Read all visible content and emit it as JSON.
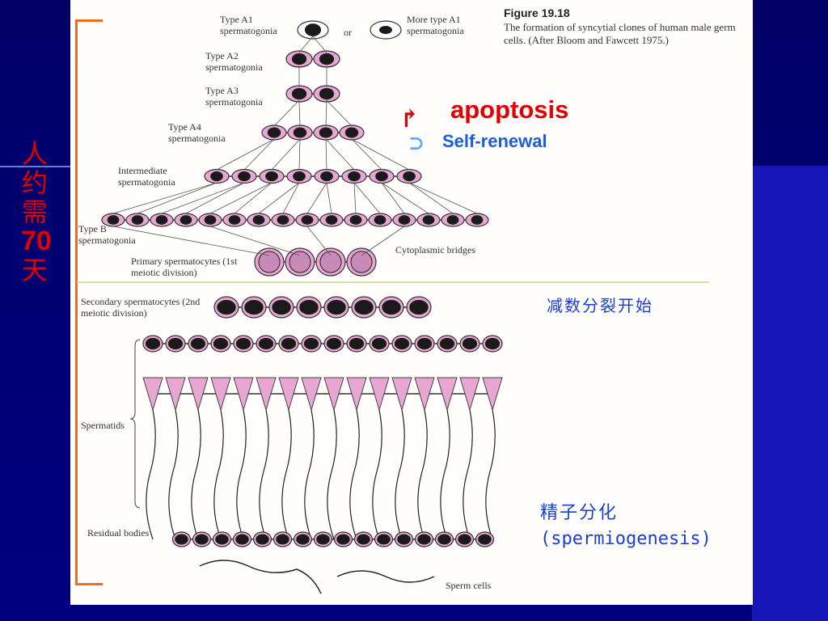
{
  "figure": {
    "number": "Figure 19.18",
    "caption": "The formation of syncytial clones of human male germ cells. (After Bloom and Fawcett 1975.)"
  },
  "side_label": {
    "chars": [
      "人",
      "约",
      "需",
      "70",
      "天"
    ]
  },
  "labels": {
    "type_a1": "Type A1 spermatogonia",
    "or": "or",
    "more_type_a1": "More type A1 spermatogonia",
    "type_a2": "Type A2 spermatogonia",
    "type_a3": "Type A3 spermatogonia",
    "type_a4": "Type A4 spermatogonia",
    "intermediate": "Intermediate spermatogonia",
    "type_b": "Type B spermatogonia",
    "cyto_bridges": "Cytoplasmic bridges",
    "primary": "Primary spermatocytes (1st meiotic division)",
    "secondary": "Secondary spermatocytes (2nd meiotic division)",
    "spermatids": "Spermatids",
    "residual": "Residual bodies",
    "sperm_cells": "Sperm cells"
  },
  "annotations": {
    "apoptosis": "apoptosis",
    "self_renewal": "Self-renewal",
    "meiosis_start": "减数分裂开始",
    "spermiogenesis_zh": "精子分化",
    "spermiogenesis_en": "(spermiogenesis)"
  },
  "colors": {
    "background": "#000080",
    "panel": "#fffefd",
    "bracket": "#f26a1f",
    "cell_fill": "#e8a6d3",
    "nucleus": "#1a1a1a",
    "apoptosis": "#e00000",
    "self_renewal": "#1a5fd8",
    "chinese_text": "#1a3fd0"
  }
}
